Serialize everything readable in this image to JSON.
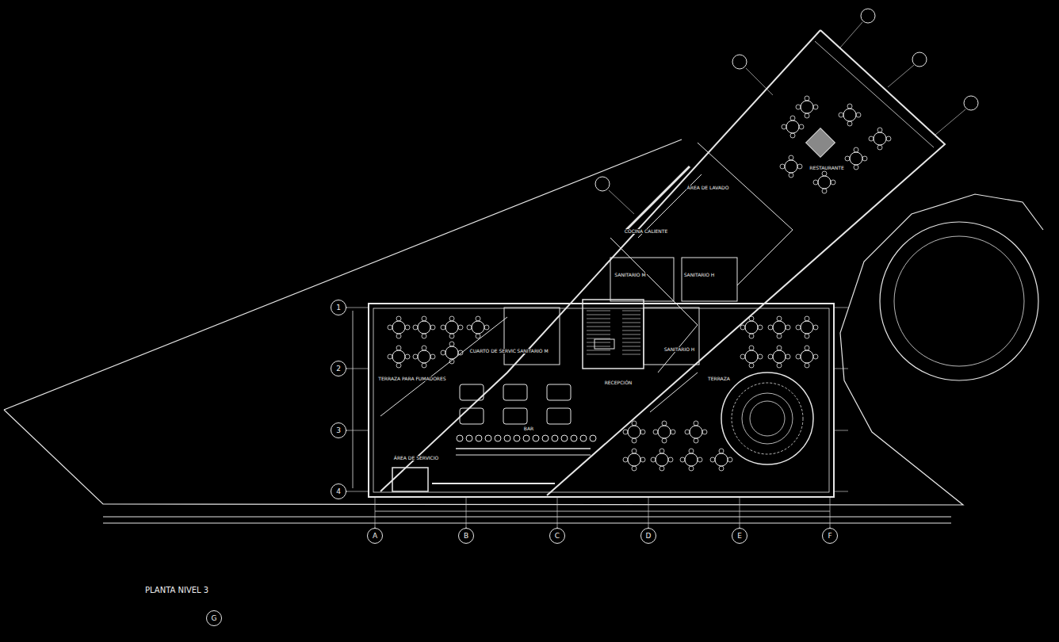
{
  "diagram": {
    "title": "PLANTA NIVEL 3",
    "nodes": [
      {
        "text": [
          "1"
        ]
      },
      {
        "text": [
          "2"
        ]
      },
      {
        "text": [
          "3"
        ]
      },
      {
        "text": [
          "4"
        ]
      },
      {
        "text": [
          "A"
        ]
      },
      {
        "text": [
          "B"
        ]
      },
      {
        "text": [
          "C"
        ]
      },
      {
        "text": [
          "D"
        ]
      },
      {
        "text": [
          "E"
        ]
      },
      {
        "text": [
          "F"
        ]
      },
      {
        "text": [
          "G"
        ]
      }
    ],
    "labels": [
      "RESTAURANTE",
      "ÁREA DE LAVADO",
      "COCINA CALIENTE",
      "SANITARIO M",
      "SANITARIO H",
      "CUARTO DE SERVICIO",
      "SANITARIO M",
      "SANITARIO H",
      "TERRAZA PARA FUMADORES",
      "RECEPCIÓN",
      "TERRAZA",
      "BAR",
      "ÁREA DE SERVICIO"
    ]
  }
}
